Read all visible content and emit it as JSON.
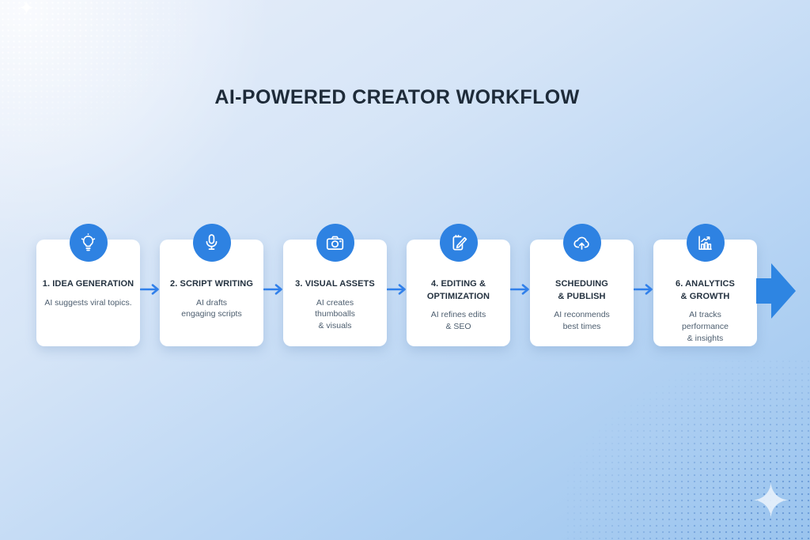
{
  "page": {
    "title": "AI-POWERED CREATOR WORKFLOW"
  },
  "colors": {
    "accent_blue": "#2e82e2",
    "connector_arrow_blue": "#2f80ed",
    "big_arrow_blue": "#2e85e2",
    "title_text": "#1e2b39",
    "card_title_text": "#243240",
    "card_description_text": "#4d5e6f",
    "card_background": "#ffffff",
    "background_top_left": "#e9effa",
    "background_bottom_right": "#9ac4ee"
  },
  "icons": {
    "step_connector": "arrow-right-icon",
    "final_arrow": "big-arrow-right-icon",
    "corner_decorations": [
      "sparkle-icon",
      "halftone-dots"
    ]
  },
  "workflow": {
    "steps": [
      {
        "icon": "lightbulb-icon",
        "title": "1. IDEA GENERATION",
        "description": "AI suggests viral topics."
      },
      {
        "icon": "microphone-icon",
        "title": "2. SCRIPT WRITING",
        "description": "AI drafts\nengaging scripts"
      },
      {
        "icon": "camera-icon",
        "title": "3. VISUAL ASSETS",
        "description": "AI creates\nthumboalls\n& visuals"
      },
      {
        "icon": "edit-note-icon",
        "title": "4. EDITING &\nOPTIMIZATION",
        "description": "AI refines edits\n& SEO"
      },
      {
        "icon": "cloud-upload-icon",
        "title": "SCHEDUING\n& PUBLISH",
        "description": "AI reconmends\nbest times"
      },
      {
        "icon": "analytics-icon",
        "title": "6. ANALYTICS\n& GROWTH",
        "description": "AI tracks\nperformance\n& insights"
      }
    ]
  }
}
